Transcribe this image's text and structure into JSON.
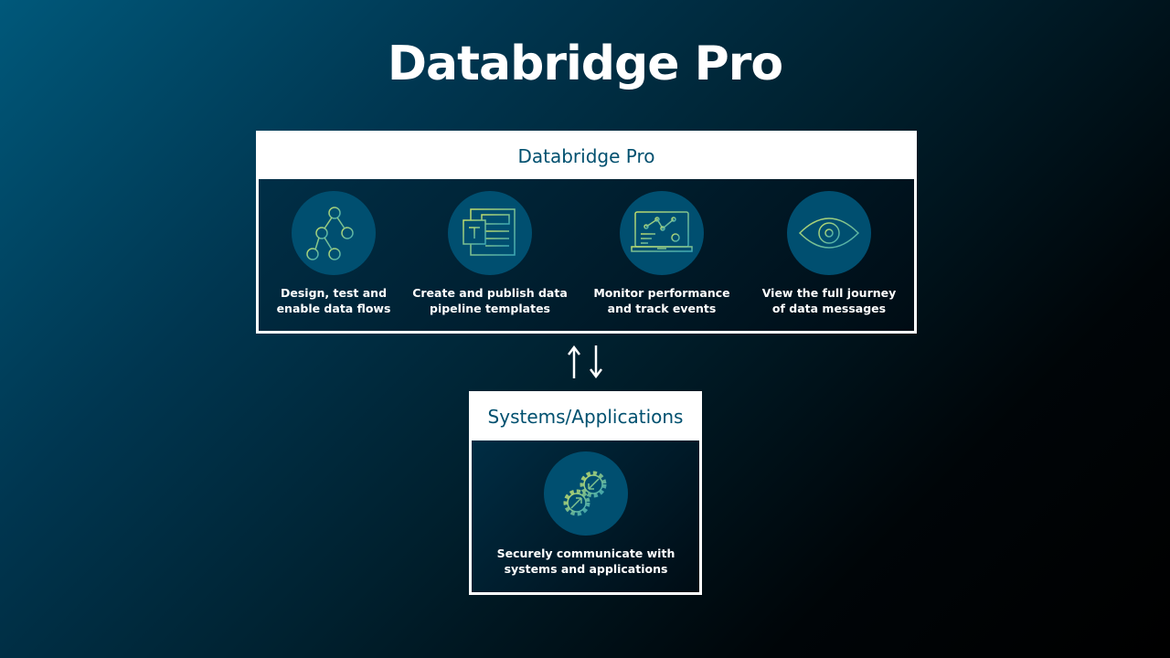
{
  "page_title": "Databridge Pro",
  "main_box": {
    "title": "Databridge Pro",
    "features": [
      {
        "icon": "flow-tree-icon",
        "line1": "Design, test and",
        "line2": "enable data flows"
      },
      {
        "icon": "template-document-icon",
        "line1": "Create and publish data",
        "line2": "pipeline templates"
      },
      {
        "icon": "monitor-chart-icon",
        "line1": "Monitor performance",
        "line2": "and track events"
      },
      {
        "icon": "eye-icon",
        "line1": "View the full journey",
        "line2": "of data messages"
      }
    ]
  },
  "connector": {
    "icons": [
      "arrow-up-icon",
      "arrow-down-icon"
    ]
  },
  "systems_box": {
    "title": "Systems/Applications",
    "feature": {
      "icon": "gears-icon",
      "line1": "Securely communicate with",
      "line2": "systems and applications"
    }
  },
  "colors": {
    "accent": "#00506f",
    "circle": "#004f70",
    "icon_green": "#b5d56a",
    "icon_teal": "#3fa9b5"
  }
}
